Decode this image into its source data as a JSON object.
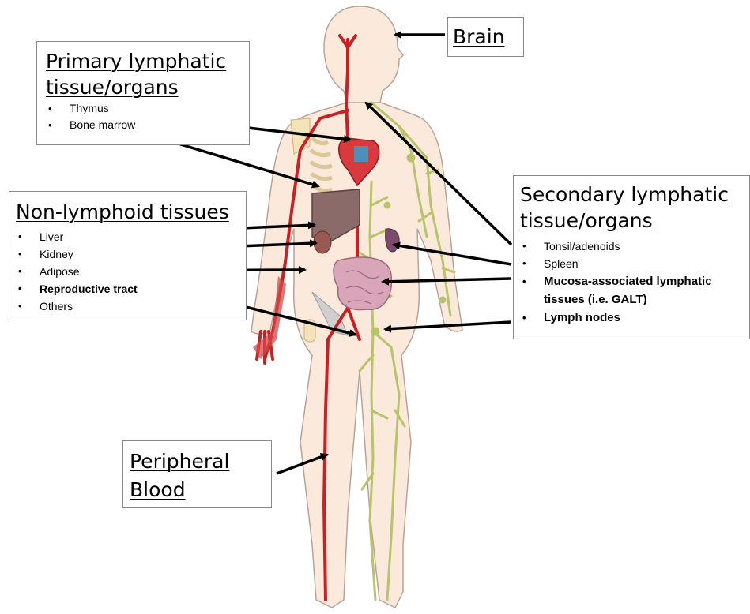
{
  "colors": {
    "skin": "#fbe9dc",
    "skin_outline": "#b7a497",
    "artery": "#cc1f24",
    "lymph": "#b8c46a",
    "liver": "#8b6a6a",
    "kidney": "#9a5a52",
    "intestine": "#d8a6b8",
    "spleen": "#7c4a6a",
    "heart": "#d83a3e",
    "bone": "#f2e3b8",
    "arrow": "#000000"
  },
  "labels": {
    "brain": {
      "title": "Brain"
    },
    "primary": {
      "title_line1": "Primary lymphatic",
      "title_line2": "tissue/organs",
      "items": [
        "Thymus",
        "Bone marrow"
      ]
    },
    "non_lymphoid": {
      "title": "Non-lymphoid tissues",
      "items": [
        "Liver",
        "Kidney",
        "Adipose",
        "Reproductive tract",
        "Others"
      ]
    },
    "secondary": {
      "title_line1": "Secondary lymphatic",
      "title_line2": "tissue/organs",
      "items": [
        "Tonsil/adenoids",
        "Spleen",
        "Mucosa-associated lymphatic",
        "tissues (i.e. GALT)",
        "Lymph nodes"
      ]
    },
    "blood": {
      "title_line1": "Peripheral",
      "title_line2": "Blood"
    }
  }
}
